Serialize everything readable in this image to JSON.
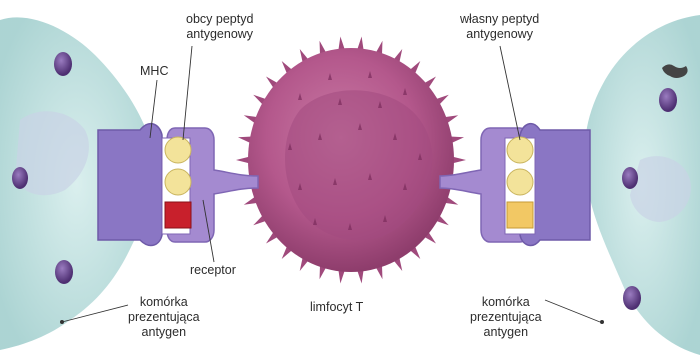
{
  "labels": {
    "foreign_peptide": [
      "obcy peptyd",
      "antygenowy"
    ],
    "own_peptide": [
      "własny peptyd",
      "antygenowy"
    ],
    "mhc": "MHC",
    "receptor": "receptor",
    "t_cell": "limfocyt T",
    "apc_left": [
      "komórka",
      "prezentująca",
      "antygen"
    ],
    "apc_right": [
      "komórka",
      "prezentująca",
      "antygen"
    ]
  },
  "colors": {
    "apc_cytoplasm": "#bfe0df",
    "apc_nucleus": "#6a4a8c",
    "mhc": "#8a76c4",
    "receptor": "#a48ad0",
    "t_cell": "#b4588c",
    "t_cell_nucleus": "#9a3f78",
    "peptide_yellow": "#f3e39a",
    "foreign_peptide": "#c8202c",
    "own_peptide": "#f2c864"
  }
}
